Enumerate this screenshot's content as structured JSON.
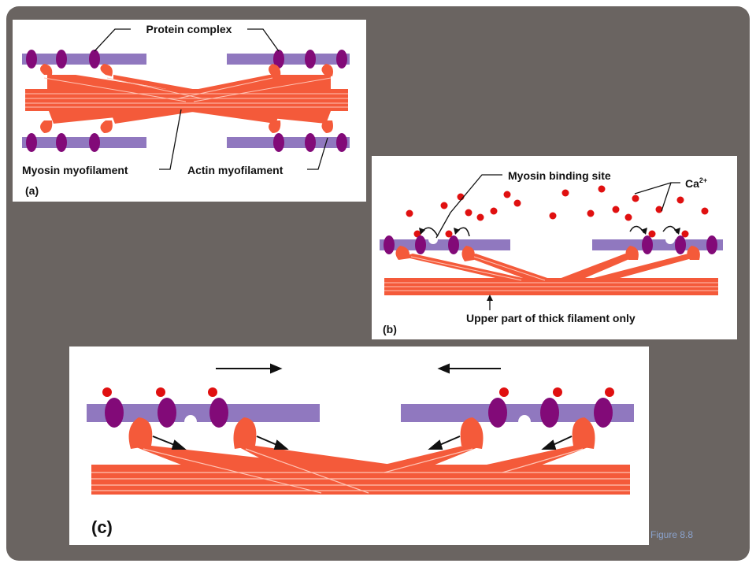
{
  "panel_a": {
    "protein_complex_label": "Protein complex",
    "myosin_label": "Myosin myofilament",
    "actin_label": "Actin myofilament",
    "panel_letter": "(a)"
  },
  "panel_b": {
    "binding_site_label": "Myosin binding site",
    "calcium_label": "Ca",
    "calcium_charge": "2+",
    "thick_filament_label": "Upper part of thick filament only",
    "panel_letter": "(b)"
  },
  "panel_c": {
    "panel_letter": "(c)"
  },
  "figure_label": "Figure 8.8",
  "colors": {
    "background": "#6a6461",
    "actin": "#9078bf",
    "troponin": "#820a78",
    "myosin": "#f45a3a",
    "myosin_line": "#ffc3b4",
    "calcium": "#e01010"
  }
}
